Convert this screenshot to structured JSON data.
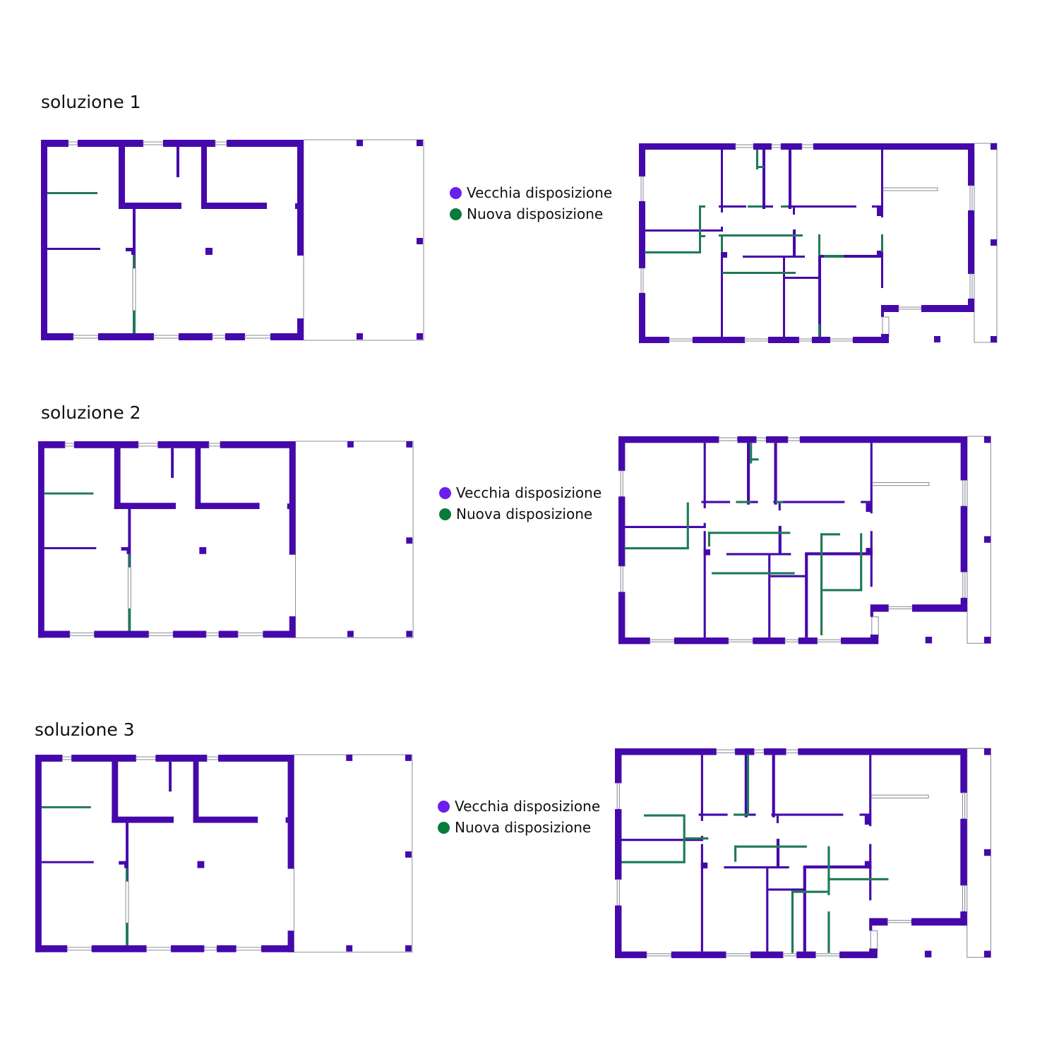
{
  "colors": {
    "old_wall": "#4509ab",
    "new_wall": "#1f7a55",
    "legend_old": "#6a1ff0",
    "legend_new": "#0a7a3a",
    "window": "#8a8a9a"
  },
  "solutions": [
    {
      "title": "soluzione 1",
      "legend": {
        "old": "Vecchia disposizione",
        "new": "Nuova disposizione"
      }
    },
    {
      "title": "soluzione 2",
      "legend": {
        "old": "Vecchia disposizione",
        "new": "Nuova disposizione"
      }
    },
    {
      "title": "soluzione 3",
      "legend": {
        "old": "Vecchia disposizione",
        "new": "Nuova disposizione"
      }
    }
  ]
}
